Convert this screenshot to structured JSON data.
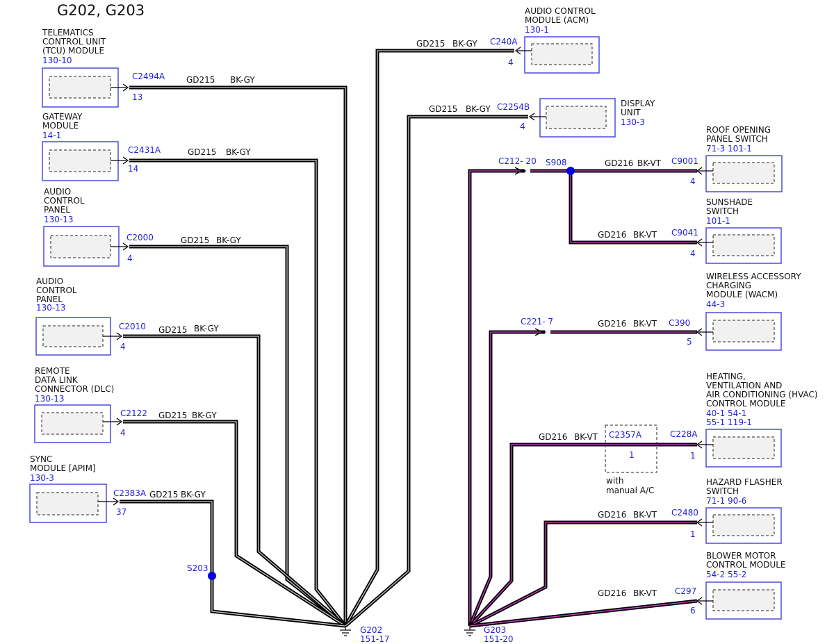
{
  "page": {
    "title": "G202, G203"
  },
  "left_modules": [
    {
      "id": "tcu",
      "lines": [
        "TELEMATICS",
        "CONTROL UNIT",
        "(TCU) MODULE"
      ],
      "ref": "130-10",
      "connector": "C2494A",
      "pin": "13",
      "circuit": "GD215",
      "color": "BK-GY"
    },
    {
      "id": "gateway",
      "lines": [
        "GATEWAY",
        "MODULE"
      ],
      "ref": "14-1",
      "connector": "C2431A",
      "pin": "14",
      "circuit": "GD215",
      "color": "BK-GY"
    },
    {
      "id": "acp1",
      "lines": [
        "AUDIO",
        "CONTROL",
        "PANEL"
      ],
      "ref": "130-13",
      "connector": "C2000",
      "pin": "4",
      "circuit": "GD215",
      "color": "BK-GY"
    },
    {
      "id": "acp2",
      "lines": [
        "AUDIO",
        "CONTROL",
        "PANEL"
      ],
      "ref": "130-13",
      "connector": "C2010",
      "pin": "4",
      "circuit": "GD215",
      "color": "BK-GY"
    },
    {
      "id": "dlc",
      "lines": [
        "REMOTE",
        "DATA LINK",
        "CONNECTOR (DLC)"
      ],
      "ref": "130-13",
      "connector": "C2122",
      "pin": "4",
      "circuit": "GD215",
      "color": "BK-GY"
    },
    {
      "id": "sync",
      "lines": [
        "SYNC",
        "MODULE [APIM]"
      ],
      "ref": "130-3",
      "connector": "C2383A",
      "pin": "37",
      "circuit": "GD215",
      "color": "BK-GY"
    }
  ],
  "center_modules": [
    {
      "id": "acm",
      "lines": [
        "AUDIO CONTROL",
        "MODULE (ACM)"
      ],
      "ref": "130-1",
      "connector": "C240A",
      "pin": "4",
      "circuit": "GD215",
      "color": "BK-GY"
    },
    {
      "id": "display",
      "lines": [
        "DISPLAY",
        "UNIT"
      ],
      "ref": "130-3",
      "connector": "C2254B",
      "pin": "4",
      "circuit": "GD215",
      "color": "BK-GY"
    }
  ],
  "right_modules": [
    {
      "id": "roof",
      "lines": [
        "ROOF OPENING",
        "PANEL SWITCH"
      ],
      "ref": "71-3  101-1",
      "connector": "C9001",
      "pin": "4",
      "circuit": "GD216",
      "color": "BK-VT"
    },
    {
      "id": "sunshade",
      "lines": [
        "SUNSHADE",
        "SWITCH"
      ],
      "ref": "101-1",
      "connector": "C9041",
      "pin": "4",
      "circuit": "GD216",
      "color": "BK-VT"
    },
    {
      "id": "wacm",
      "lines": [
        "WIRELESS ACCESSORY",
        "CHARGING",
        "MODULE (WACM)"
      ],
      "ref": "44-3",
      "connector": "C390",
      "pin": "5",
      "circuit": "GD216",
      "color": "BK-VT"
    },
    {
      "id": "hvac",
      "lines": [
        "HEATING,",
        "VENTILATION AND",
        "AIR CONDITIONING (HVAC)",
        "CONTROL MODULE"
      ],
      "ref_lines": [
        "40-1  54-1",
        "55-1  119-1"
      ],
      "connector": "C228A",
      "pin": "1",
      "circuit": "GD216",
      "color": "BK-VT"
    },
    {
      "id": "hazard",
      "lines": [
        "HAZARD FLASHER",
        "SWITCH"
      ],
      "ref": "71-1  90-6",
      "connector": "C2480",
      "pin": "1",
      "circuit": "GD216",
      "color": "BK-VT"
    },
    {
      "id": "blower",
      "lines": [
        "BLOWER MOTOR",
        "CONTROL MODULE"
      ],
      "ref": "54-2  55-2",
      "connector": "C297",
      "pin": "6",
      "circuit": "GD216",
      "color": "BK-VT"
    }
  ],
  "inline_connectors": {
    "c212": "C212- 20",
    "c221": "C221- 7",
    "c2357": {
      "label": "C2357A",
      "pin": "1",
      "note_lines": [
        "with",
        "manual A/C"
      ]
    }
  },
  "splices": {
    "s908": "S908",
    "s203": "S203"
  },
  "grounds": {
    "g202": {
      "name": "G202",
      "ref": "151-17"
    },
    "g203": {
      "name": "G203",
      "ref": "151-20"
    }
  },
  "colors": {
    "reference_blue": "#1f1fdc",
    "module_outline": "#3030d8",
    "splice_dot": "#0000ee",
    "gd215_core": "#c9c9c9",
    "gd216_core": "#cc44cc"
  }
}
